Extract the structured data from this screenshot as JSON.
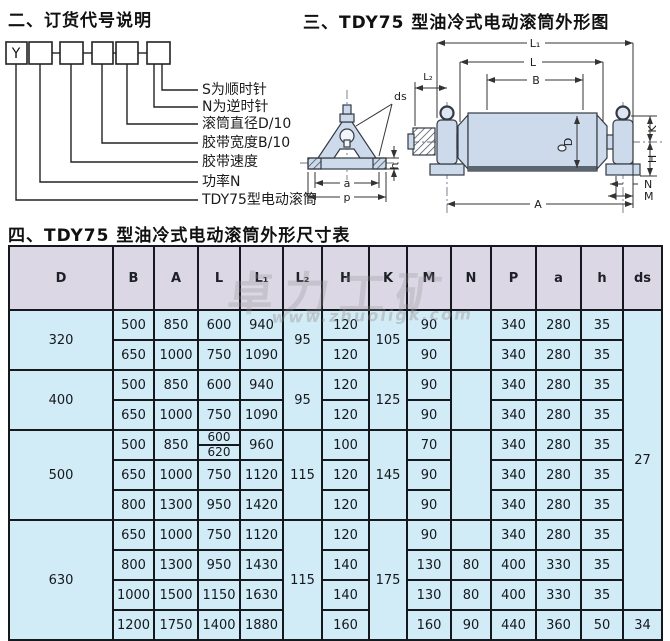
{
  "ordering": {
    "title": "二、订货代号说明",
    "code_prefix": "Y",
    "labels": [
      "S为顺时针",
      "N为逆时针",
      "滚筒直径D/10",
      "胶带宽度B/10",
      "胶带速度",
      "功率N",
      "TDY75型电动滚筒"
    ]
  },
  "drawing": {
    "title": "三、TDY75 型油冷式电动滚筒外形图",
    "labels": {
      "L1": "L₁",
      "L": "L",
      "B": "B",
      "L2": "L₂",
      "A": "A",
      "D": "D",
      "K": "K",
      "H": "H",
      "N": "N",
      "M": "M",
      "ds": "ds",
      "h": "h",
      "a": "a",
      "p": "p"
    }
  },
  "watermark": {
    "brand": "卓力工矿",
    "url": "www.zhuoligk.com"
  },
  "table": {
    "title": "四、TDY75 型油冷式电动滚筒外形尺寸表",
    "headers": [
      "D",
      "B",
      "A",
      "L",
      "L₁",
      "L₂",
      "H",
      "K",
      "M",
      "N",
      "P",
      "a",
      "h",
      "ds"
    ],
    "ds_merged": "27",
    "groups": [
      {
        "D": "320",
        "L2": "95",
        "K": "105",
        "rows": [
          {
            "B": "500",
            "A": "850",
            "L": "600",
            "L1": "940",
            "H": "120",
            "M": "90",
            "P": "340",
            "a": "280",
            "h": "35"
          },
          {
            "B": "650",
            "A": "1000",
            "L": "750",
            "L1": "1090",
            "H": "120",
            "M": "90",
            "P": "340",
            "a": "280",
            "h": "35"
          }
        ]
      },
      {
        "D": "400",
        "L2": "95",
        "K": "125",
        "rows": [
          {
            "B": "500",
            "A": "850",
            "L": "600",
            "L1": "940",
            "H": "120",
            "M": "90",
            "P": "340",
            "a": "280",
            "h": "35"
          },
          {
            "B": "650",
            "A": "1000",
            "L": "750",
            "L1": "1090",
            "H": "120",
            "M": "90",
            "P": "340",
            "a": "280",
            "h": "35"
          }
        ]
      },
      {
        "D": "500",
        "L2": "115",
        "K": "145",
        "rows": [
          {
            "B": "500",
            "A": "850",
            "L_top": "600",
            "L_bot": "620",
            "L1": "960",
            "H": "100",
            "M": "70",
            "P": "340",
            "a": "280",
            "h": "35"
          },
          {
            "B": "650",
            "A": "1000",
            "L": "750",
            "L1": "1120",
            "H": "120",
            "M": "90",
            "P": "340",
            "a": "280",
            "h": "35"
          },
          {
            "B": "800",
            "A": "1300",
            "L": "950",
            "L1": "1420",
            "H": "120",
            "M": "90",
            "P": "340",
            "a": "280",
            "h": "35"
          }
        ]
      },
      {
        "D": "630",
        "L2": "115",
        "K": "175",
        "rows": [
          {
            "B": "650",
            "A": "1000",
            "L": "750",
            "L1": "1120",
            "H": "120",
            "M": "90",
            "N": "",
            "P": "340",
            "a": "280",
            "h": "35"
          },
          {
            "B": "800",
            "A": "1300",
            "L": "950",
            "L1": "1430",
            "H": "140",
            "M": "130",
            "N": "80",
            "P": "400",
            "a": "330",
            "h": "35"
          },
          {
            "B": "1000",
            "A": "1500",
            "L": "1150",
            "L1": "1630",
            "H": "140",
            "M": "130",
            "N": "80",
            "P": "400",
            "a": "330",
            "h": "35"
          },
          {
            "B": "1200",
            "A": "1750",
            "L": "1400",
            "L1": "1880",
            "H": "160",
            "M": "160",
            "N": "90",
            "P": "440",
            "a": "360",
            "h": "50",
            "ds": "34"
          }
        ]
      }
    ]
  }
}
